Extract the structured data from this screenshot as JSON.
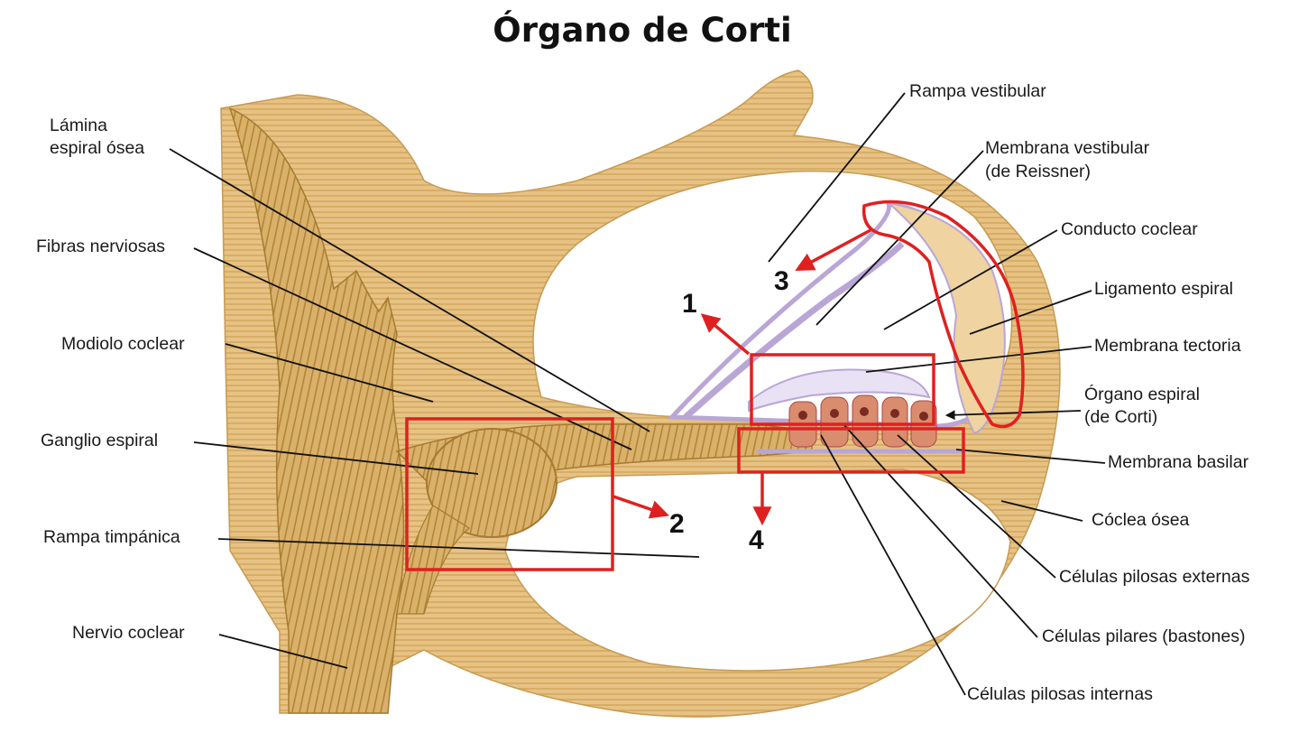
{
  "title": "Órgano de Corti",
  "colors": {
    "tissue": "#e2bb78",
    "tissue_light": "#efd3a0",
    "nerve": "#caa055",
    "membrane": "#b9a6d6",
    "cells": "#d98c6e",
    "highlight": "#e02020"
  },
  "labels": {
    "lamina_espiral_1": "Lámina",
    "lamina_espiral_2": "espiral ósea",
    "fibras_nerviosas": "Fibras nerviosas",
    "modiolo": "Modiolo coclear",
    "ganglio": "Ganglio espiral",
    "rampa_timpanica": "Rampa timpánica",
    "nervio_coclear": "Nervio coclear",
    "rampa_vestibular": "Rampa vestibular",
    "membrana_vestibular_1": "Membrana vestibular",
    "membrana_vestibular_2": "(de Reissner)",
    "conducto_coclear": "Conducto coclear",
    "ligamento_espiral": "Ligamento espiral",
    "membrana_tectoria": "Membrana tectoria",
    "organo_espiral_1": "Órgano espiral",
    "organo_espiral_2": "(de Corti)",
    "membrana_basilar": "Membrana basilar",
    "coclea_osea": "Cóclea ósea",
    "pilosas_externas": "Células pilosas externas",
    "pilares": "Células pilares (bastones)",
    "pilosas_internas": "Células pilosas internas"
  },
  "markers": {
    "m1": "1",
    "m2": "2",
    "m3": "3",
    "m4": "4"
  }
}
